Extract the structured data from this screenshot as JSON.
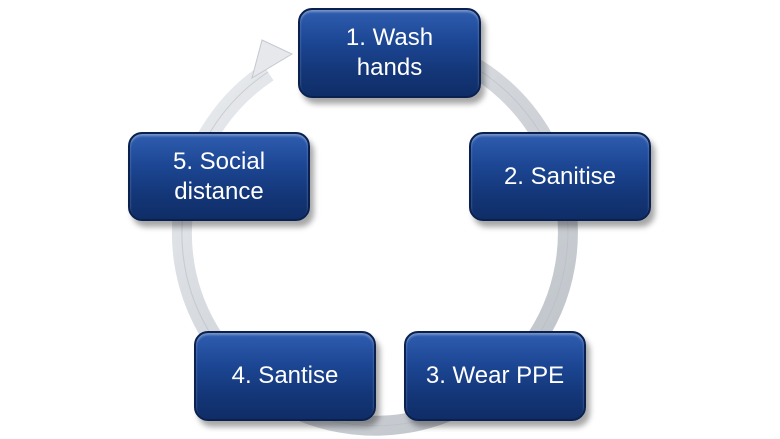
{
  "cycle": {
    "steps": [
      {
        "label": "1. Wash\nhands"
      },
      {
        "label": "2. Sanitise"
      },
      {
        "label": "3. Wear PPE"
      },
      {
        "label": "4. Santise"
      },
      {
        "label": "5. Social\ndistance"
      }
    ]
  },
  "colors": {
    "box_fill": "#1c4693",
    "box_border": "#0a2150",
    "text": "#ffffff",
    "ring": "#d3d7dc"
  }
}
